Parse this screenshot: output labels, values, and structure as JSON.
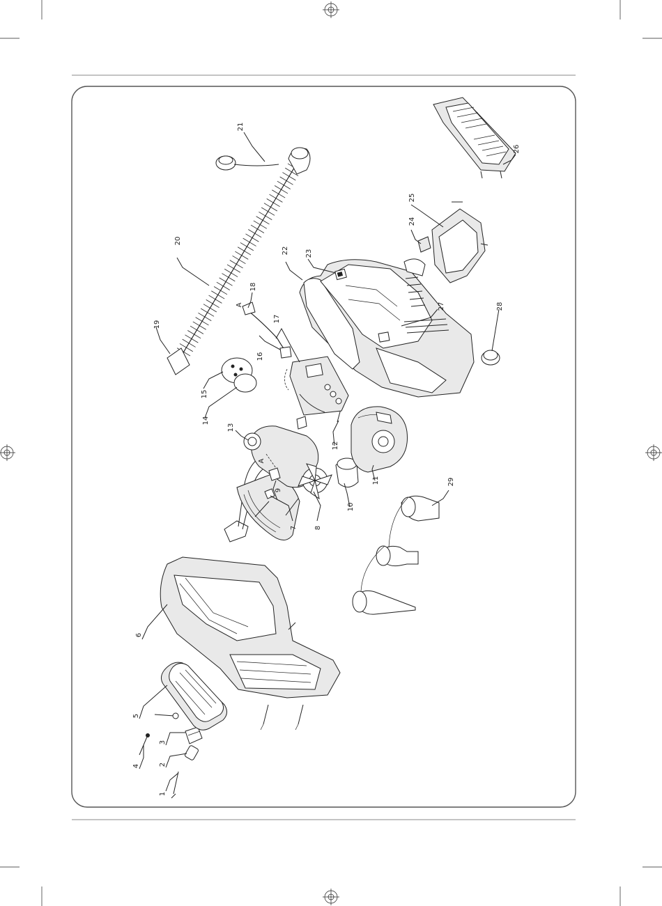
{
  "diagram": {
    "colors": {
      "ink": "#222222",
      "frame": "#555555",
      "fill": "#e9e9e9"
    },
    "callouts": [
      {
        "label": "1"
      },
      {
        "label": "2"
      },
      {
        "label": "3"
      },
      {
        "label": "4"
      },
      {
        "label": "5"
      },
      {
        "label": "6"
      },
      {
        "label": "7"
      },
      {
        "label": "8"
      },
      {
        "label": "9"
      },
      {
        "label": "10"
      },
      {
        "label": "11"
      },
      {
        "label": "12"
      },
      {
        "label": "13"
      },
      {
        "label": "14"
      },
      {
        "label": "15"
      },
      {
        "label": "16"
      },
      {
        "label": "17"
      },
      {
        "label": "18"
      },
      {
        "label": "19"
      },
      {
        "label": "20"
      },
      {
        "label": "21"
      },
      {
        "label": "22"
      },
      {
        "label": "23"
      },
      {
        "label": "24"
      },
      {
        "label": "25"
      },
      {
        "label": "26"
      },
      {
        "label": "27"
      },
      {
        "label": "28"
      },
      {
        "label": "29"
      }
    ],
    "marker_a_top": "A",
    "marker_a_bottom": "A"
  }
}
